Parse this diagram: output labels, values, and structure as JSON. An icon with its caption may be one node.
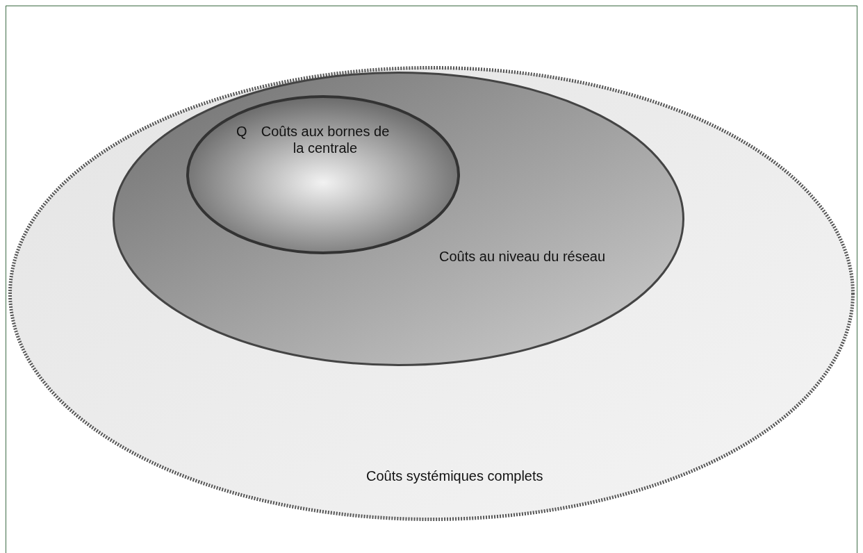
{
  "diagram": {
    "nodes": [
      {
        "text": [
          "Coûts systémiques complets"
        ]
      },
      {
        "text": [
          "Coûts au niveau du réseau"
        ],
        "in": 0
      },
      {
        "text": [
          "Q",
          "Coûts aux bornes de la centrale"
        ],
        "in": 1
      }
    ]
  }
}
